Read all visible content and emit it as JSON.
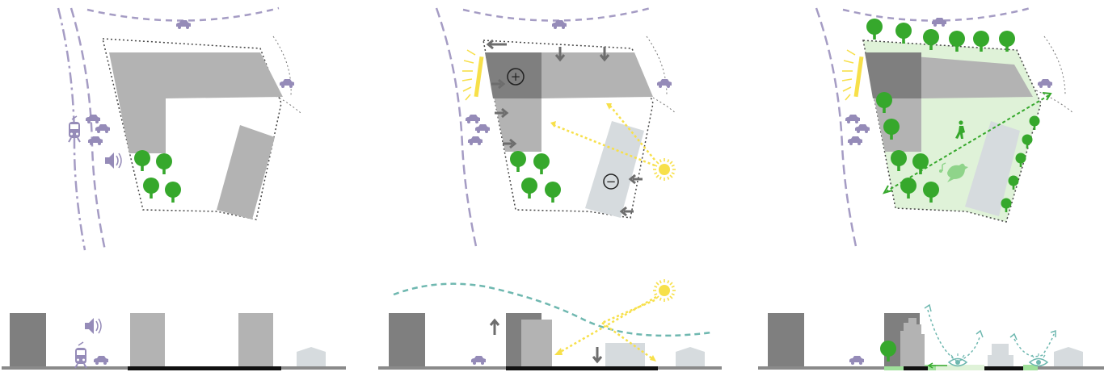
{
  "diagram": {
    "panels": [
      {
        "id": "existing",
        "view": "plan-and-section",
        "symbols": [
          "tram",
          "cars",
          "speaker",
          "trees",
          "buildings"
        ]
      },
      {
        "id": "analysis",
        "view": "plan-and-section",
        "symbols": [
          "plus",
          "minus",
          "sun",
          "arrows",
          "wind"
        ]
      },
      {
        "id": "proposal",
        "view": "plan-and-section",
        "symbols": [
          "trees",
          "pedestrian",
          "bird",
          "eye",
          "path"
        ]
      }
    ],
    "symbols": {
      "plus": "+",
      "minus": "−"
    },
    "colors": {
      "road": "#a59cc4",
      "vehicle": "#958bb8",
      "site_boundary": "#444444",
      "building_light": "#b3b3b3",
      "building_dark": "#7f7f7f",
      "building_pale": "#d6dbde",
      "tree": "#36a82c",
      "sun": "#f7e04a",
      "arrow": "#6d6d6d",
      "wind": "#6fb8b0",
      "green_zone": "#dff2d8",
      "ground": "#8a8a8a"
    }
  }
}
